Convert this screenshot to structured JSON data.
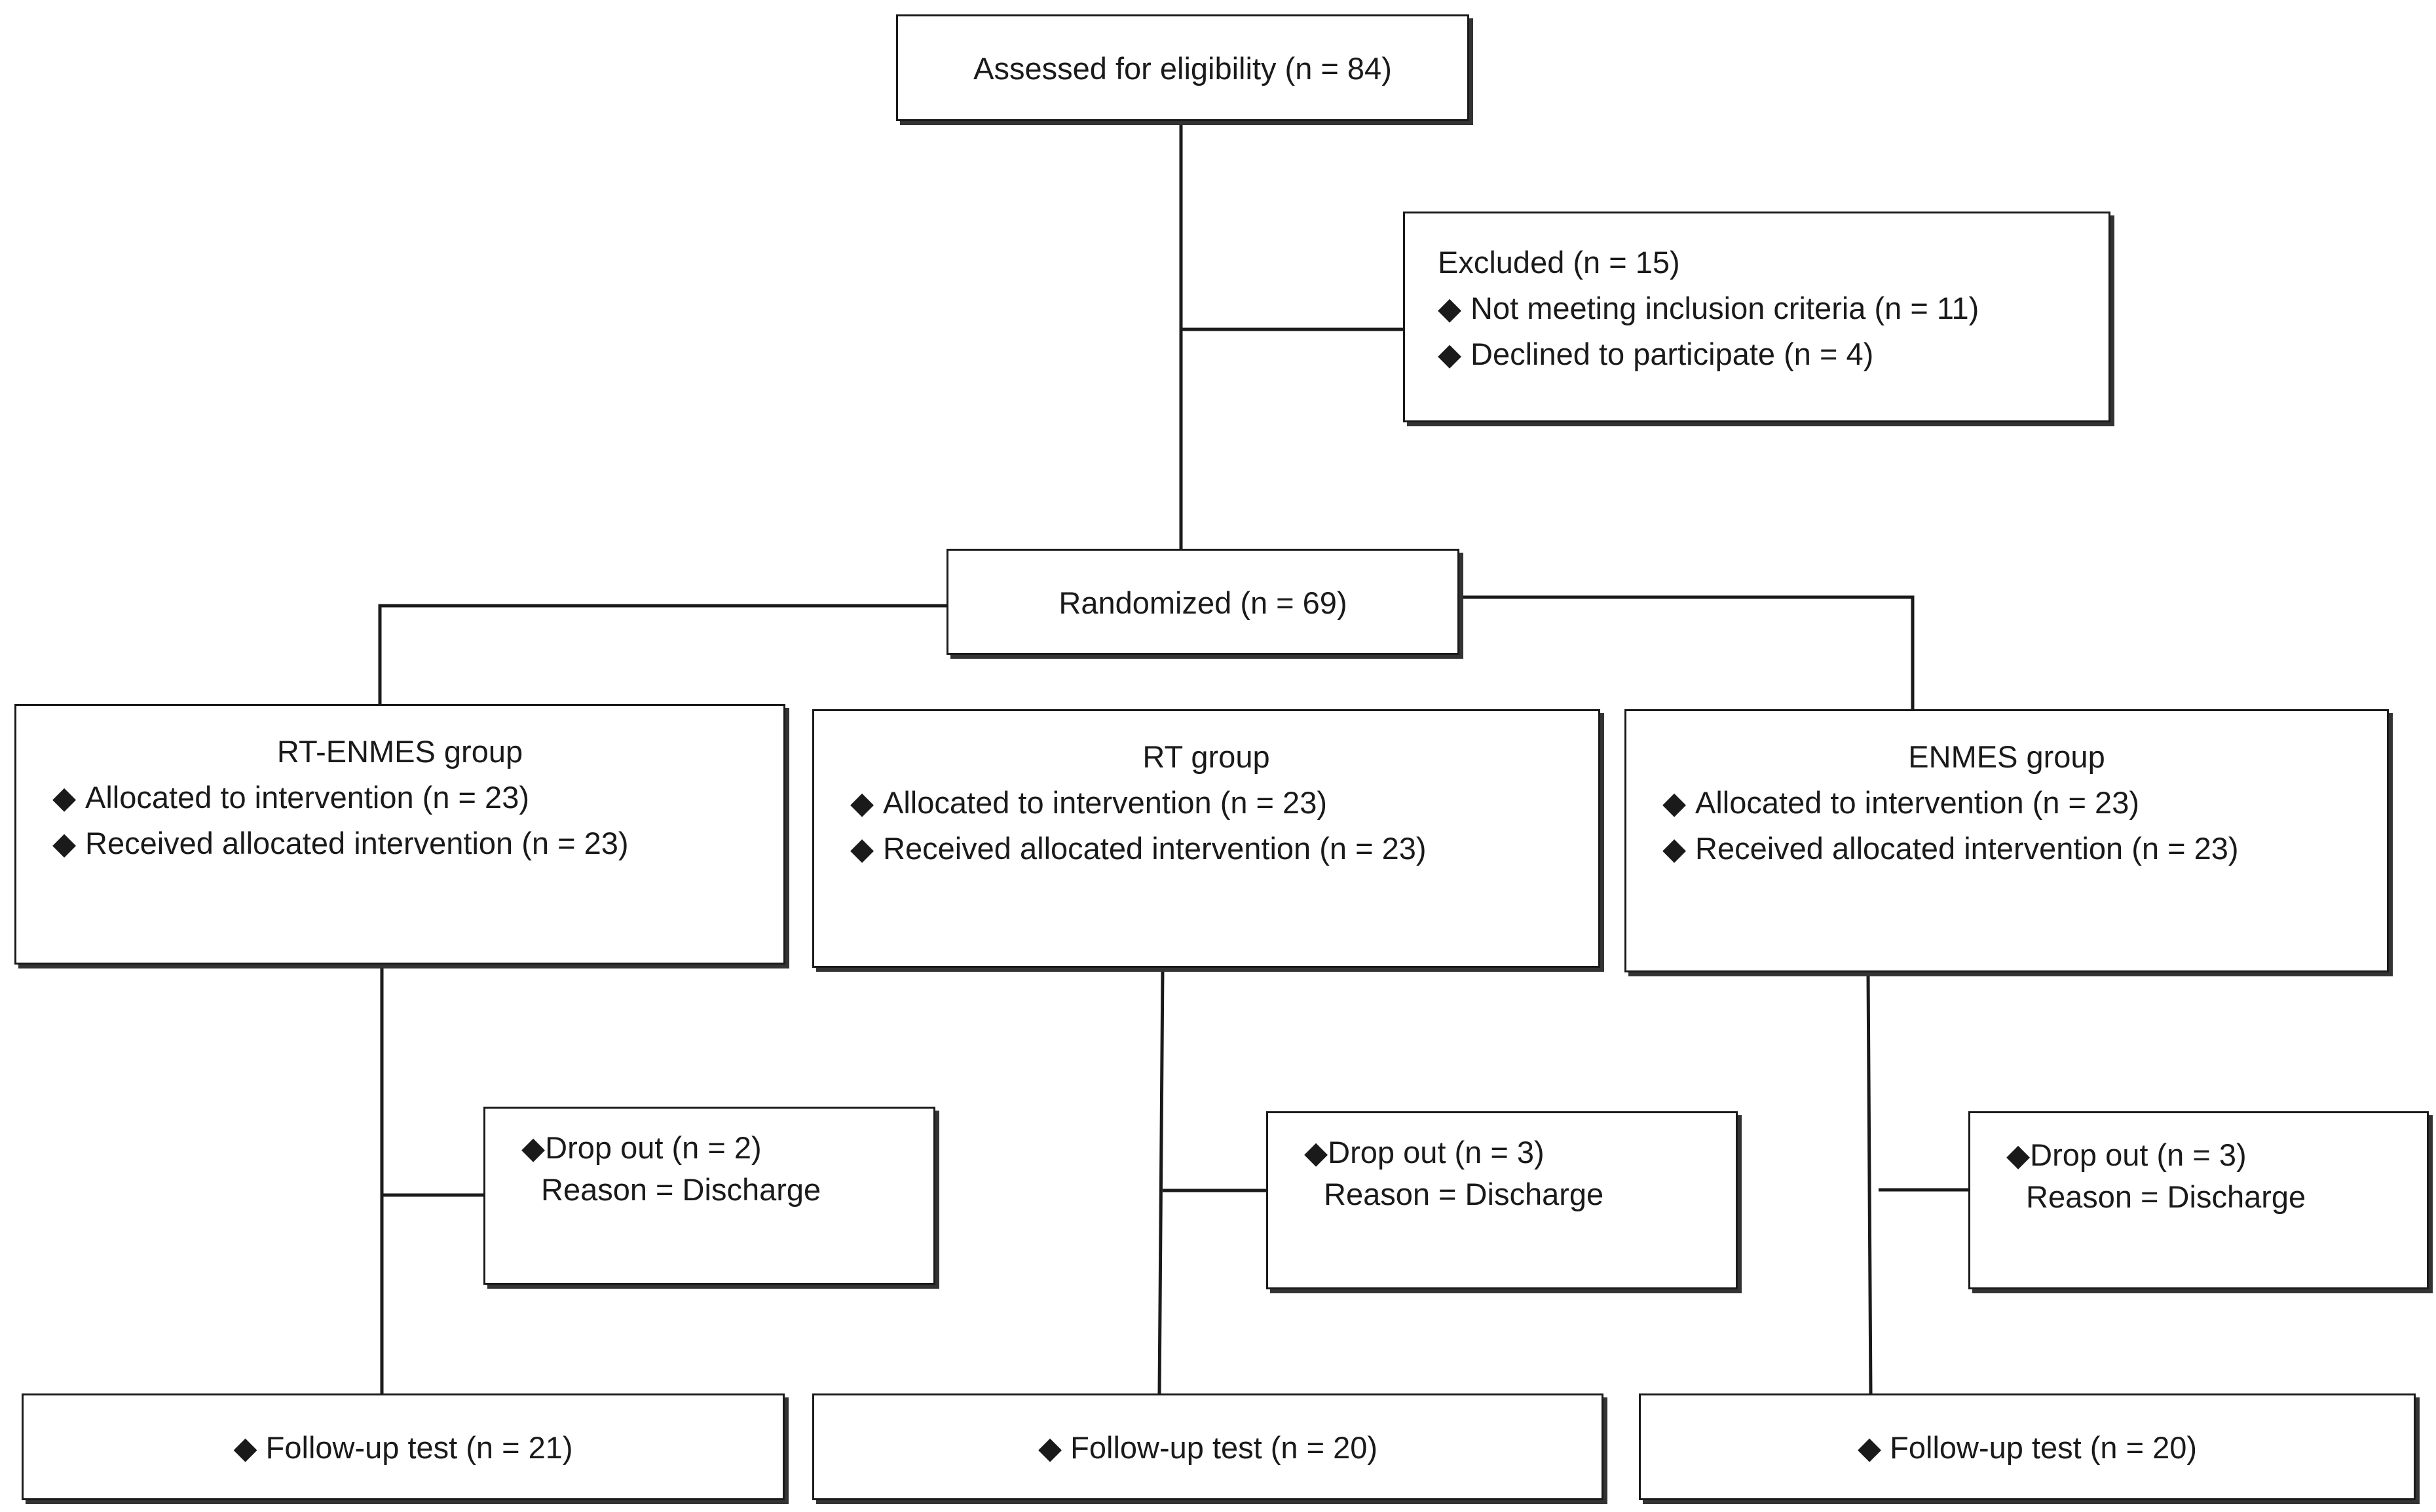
{
  "bullet_glyph": "◆",
  "eligibility": {
    "label": "Assessed for eligibility (n = 84)"
  },
  "excluded": {
    "title": "Excluded  (n = 15)",
    "items": [
      "Not meeting inclusion criteria (n = 11)",
      "Declined to participate (n = 4)"
    ]
  },
  "randomized": {
    "label": "Randomized (n = 69)"
  },
  "groups": [
    {
      "title": "RT-ENMES group",
      "items": [
        "Allocated to intervention (n = 23)",
        "Received allocated intervention (n = 23)"
      ],
      "dropout": {
        "line1": "Drop out (n = 2)",
        "line2": "Reason = Discharge"
      },
      "followup": "Follow-up test (n = 21)"
    },
    {
      "title": "RT group",
      "items": [
        "Allocated to intervention (n = 23)",
        "Received allocated intervention (n = 23)"
      ],
      "dropout": {
        "line1": "Drop out (n = 3)",
        "line2": "Reason = Discharge"
      },
      "followup": "Follow-up test (n = 20)"
    },
    {
      "title": "ENMES group",
      "items": [
        "Allocated to intervention (n = 23)",
        "Received allocated intervention (n = 23)"
      ],
      "dropout": {
        "line1": "Drop out (n = 3)",
        "line2": "Reason = Discharge"
      },
      "followup": "Follow-up test (n = 20)"
    }
  ]
}
